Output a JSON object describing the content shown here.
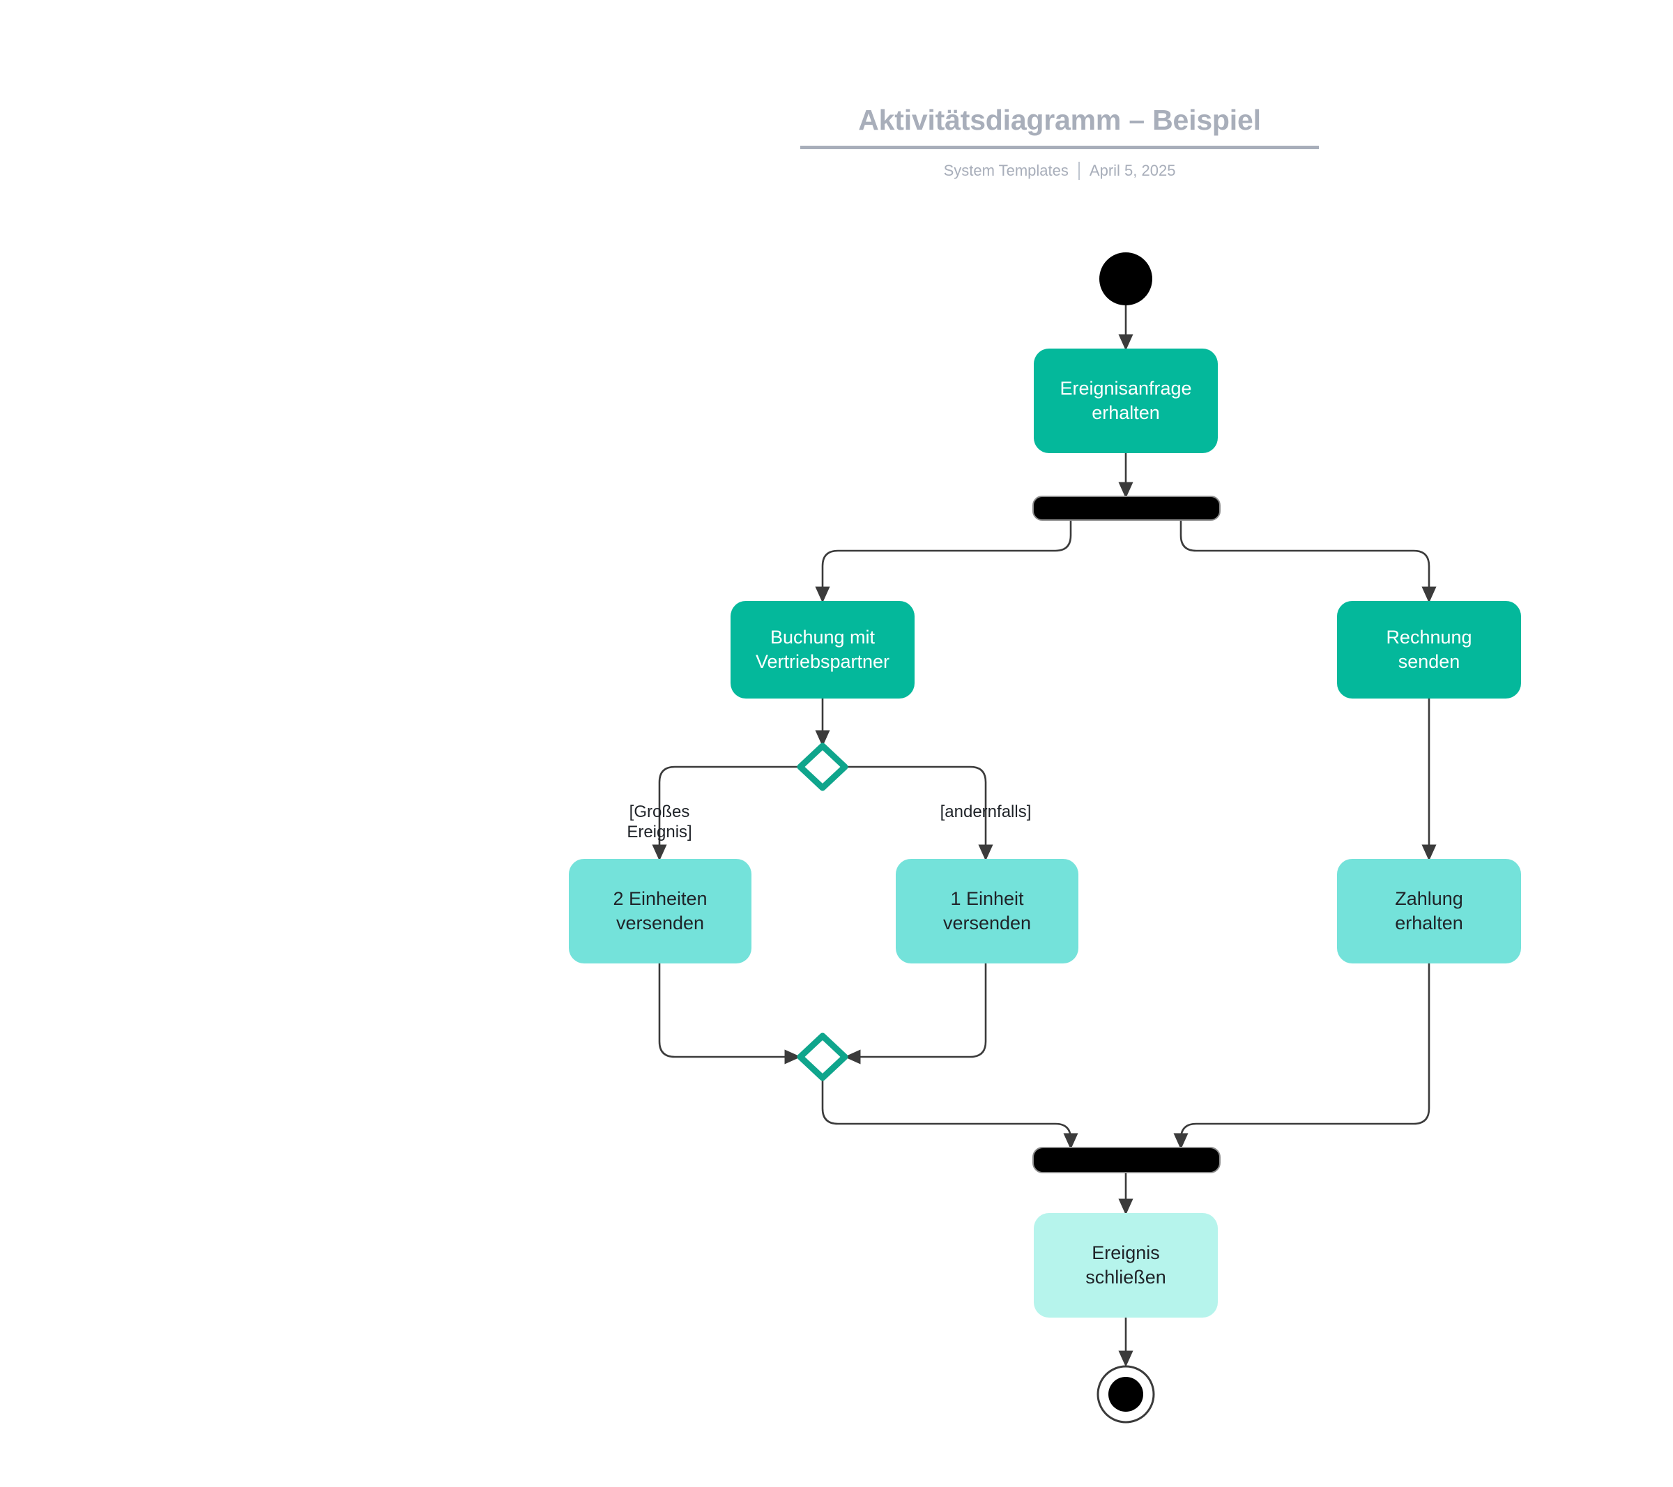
{
  "header": {
    "title": "Aktivitätsdiagramm – Beispiel",
    "author": "System Templates",
    "date": "April 5, 2025",
    "divider": "|"
  },
  "colors": {
    "teal_dark": "#04b89b",
    "teal_mid": "#74e2da",
    "teal_light": "#b6f4ec",
    "node_stroke": "#0fa58c",
    "edge": "#3b3b3b",
    "black": "#000000",
    "header_gray": "#a8aeba",
    "text_dark": "#1f2328",
    "text_light": "#ffffff",
    "background": "#ffffff"
  },
  "diagram": {
    "type": "uml-activity-diagram",
    "nodes": [
      {
        "id": "start",
        "kind": "initial-node",
        "label": ""
      },
      {
        "id": "a1",
        "kind": "action",
        "label": "Ereignisanfrage\nerhalten",
        "fill": "teal_dark",
        "text": "light"
      },
      {
        "id": "fork",
        "kind": "fork-bar",
        "label": ""
      },
      {
        "id": "a2",
        "kind": "action",
        "label": "Buchung mit\nVertriebspartner",
        "fill": "teal_dark",
        "text": "light"
      },
      {
        "id": "a3",
        "kind": "action",
        "label": "Rechnung\nsenden",
        "fill": "teal_dark",
        "text": "light"
      },
      {
        "id": "decision",
        "kind": "decision-node",
        "label": ""
      },
      {
        "id": "a4",
        "kind": "action",
        "label": "2 Einheiten\nversenden",
        "fill": "teal_mid",
        "text": "dark"
      },
      {
        "id": "a5",
        "kind": "action",
        "label": "1 Einheit\nversenden",
        "fill": "teal_mid",
        "text": "dark"
      },
      {
        "id": "a6",
        "kind": "action",
        "label": "Zahlung\nerhalten",
        "fill": "teal_mid",
        "text": "dark"
      },
      {
        "id": "merge",
        "kind": "merge-node",
        "label": ""
      },
      {
        "id": "join",
        "kind": "join-bar",
        "label": ""
      },
      {
        "id": "a7",
        "kind": "action",
        "label": "Ereignis\nschließen",
        "fill": "teal_light",
        "text": "dark"
      },
      {
        "id": "end",
        "kind": "final-node",
        "label": ""
      }
    ],
    "edges": [
      {
        "from": "start",
        "to": "a1",
        "guard": ""
      },
      {
        "from": "a1",
        "to": "fork",
        "guard": ""
      },
      {
        "from": "fork",
        "to": "a2",
        "guard": ""
      },
      {
        "from": "fork",
        "to": "a3",
        "guard": ""
      },
      {
        "from": "a2",
        "to": "decision",
        "guard": ""
      },
      {
        "from": "decision",
        "to": "a4",
        "guard": "[Großes\nEreignis]"
      },
      {
        "from": "decision",
        "to": "a5",
        "guard": "[andernfalls]"
      },
      {
        "from": "a4",
        "to": "merge",
        "guard": ""
      },
      {
        "from": "a5",
        "to": "merge",
        "guard": ""
      },
      {
        "from": "merge",
        "to": "join",
        "guard": ""
      },
      {
        "from": "a3",
        "to": "a6",
        "guard": ""
      },
      {
        "from": "a6",
        "to": "join",
        "guard": ""
      },
      {
        "from": "join",
        "to": "a7",
        "guard": ""
      },
      {
        "from": "a7",
        "to": "end",
        "guard": ""
      }
    ],
    "guards": {
      "left": "[Großes\nEreignis]",
      "right": "[andernfalls]"
    }
  }
}
